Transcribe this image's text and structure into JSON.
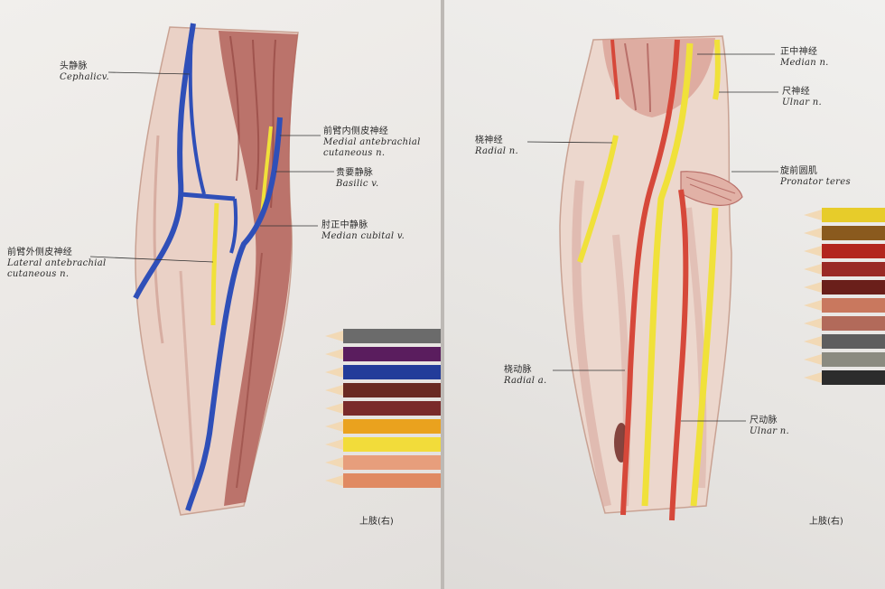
{
  "left": {
    "labels": {
      "cephalic": {
        "zh": "头静脉",
        "en": "Cephalicv."
      },
      "medial_cutaneous": {
        "zh": "前臂内侧皮神经",
        "en": "Medial antebrachial",
        "en2": "cutaneous n."
      },
      "basilic": {
        "zh": "贵要静脉",
        "en": "Basilic v."
      },
      "median_cubital": {
        "zh": "肘正中静脉",
        "en": "Median cubital v."
      },
      "lateral_cutaneous": {
        "zh": "前臂外侧皮神经",
        "en": "Lateral antebrachial",
        "en2": "cutaneous n."
      }
    },
    "caption": "上肢(右)"
  },
  "right": {
    "labels": {
      "median_n": {
        "zh": "正中神经",
        "en": "Median n."
      },
      "ulnar_n": {
        "zh": "尺神经",
        "en": "Ulnar n."
      },
      "radial_n": {
        "zh": "桡神经",
        "en": "Radial n."
      },
      "pronator": {
        "zh": "旋前圆肌",
        "en": "Pronator teres"
      },
      "radial_a": {
        "zh": "桡动脉",
        "en": "Radial a."
      },
      "ulnar_a": {
        "zh": "尺动脉",
        "en": "Ulnar n."
      }
    },
    "caption": "上肢(右)"
  },
  "colors": {
    "vein": "#2f4fb8",
    "nerve": "#f0e13a",
    "artery": "#d6483a",
    "muscle": "#a8564f",
    "skin": "#e7c6bb"
  }
}
